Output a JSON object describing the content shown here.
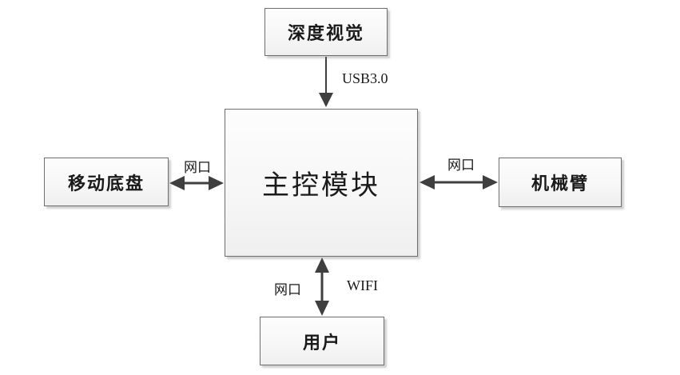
{
  "diagram": {
    "title": "robot-system-architecture",
    "nodes": {
      "depth_vision": {
        "label": "深度视觉"
      },
      "main_control": {
        "label": "主控模块"
      },
      "mobile_chassis": {
        "label": "移动底盘"
      },
      "robot_arm": {
        "label": "机械臂"
      },
      "user": {
        "label": "用户"
      }
    },
    "edges": {
      "usb": {
        "label": "USB3.0",
        "from": "depth_vision",
        "to": "main_control",
        "direction": "one-way-down"
      },
      "lan_left": {
        "label": "网口",
        "from": "mobile_chassis",
        "to": "main_control",
        "direction": "two-way"
      },
      "lan_right": {
        "label": "网口",
        "from": "main_control",
        "to": "robot_arm",
        "direction": "two-way"
      },
      "lan_bottom": {
        "label": "网口",
        "from": "main_control",
        "to": "user",
        "direction": "two-way"
      },
      "wifi": {
        "label": "WIFI",
        "from": "main_control",
        "to": "user",
        "direction": "two-way"
      }
    },
    "colors": {
      "border": "#6e6e6e",
      "arrow": "#3f3f3f",
      "text": "#1a1a1a",
      "background": "#ffffff"
    }
  }
}
